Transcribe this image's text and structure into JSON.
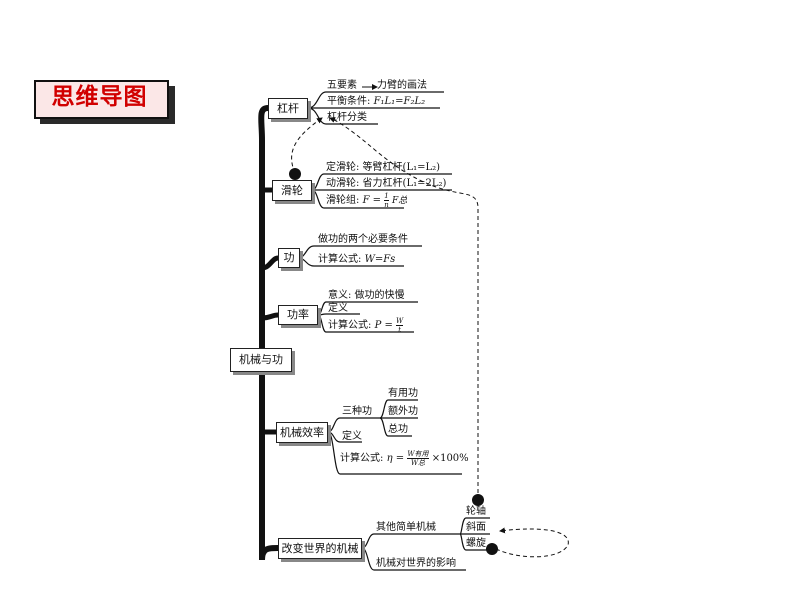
{
  "banner": {
    "title": "思维导图"
  },
  "root": {
    "label": "机械与功"
  },
  "lever": {
    "label": "杠杆",
    "item1_prefix": "五要素",
    "item1_suffix": "力臂的画法",
    "item2_prefix": "平衡条件: ",
    "item2_formula": "F₁L₁=F₂L₂",
    "item3": "杠杆分类"
  },
  "pulley": {
    "label": "滑轮",
    "fixed": "定滑轮:  等臂杠杆(L₁=L₂)",
    "movable": "动滑轮:  省力杠杆(L₁=2L₂)",
    "block_prefix": "滑轮组: ",
    "block_lhs": "F =",
    "block_num": "1",
    "block_den": "n",
    "block_rhs": "F总"
  },
  "work": {
    "label": "功",
    "conditions": "做功的两个必要条件",
    "formula_prefix": "计算公式: ",
    "formula": "W=Fs"
  },
  "power": {
    "label": "功率",
    "meaning": "意义: 做功的快慢",
    "definition": "定义",
    "formula_prefix": "计算公式: ",
    "formula_lhs": "P =",
    "formula_num": "W",
    "formula_den": "t"
  },
  "efficiency": {
    "label": "机械效率",
    "three_kinds": "三种功",
    "useful": "有用功",
    "extra": "额外功",
    "total": "总功",
    "definition": "定义",
    "formula_prefix": "计算公式: ",
    "formula_lhs": "η =",
    "formula_num": "W有用",
    "formula_den": "W总",
    "formula_rhs": "×100%"
  },
  "change": {
    "label": "改变世界的机械",
    "other": "其他简单机械",
    "axle": "轮轴",
    "incline": "斜面",
    "screw": "螺旋",
    "impact": "机械对世界的影响"
  }
}
